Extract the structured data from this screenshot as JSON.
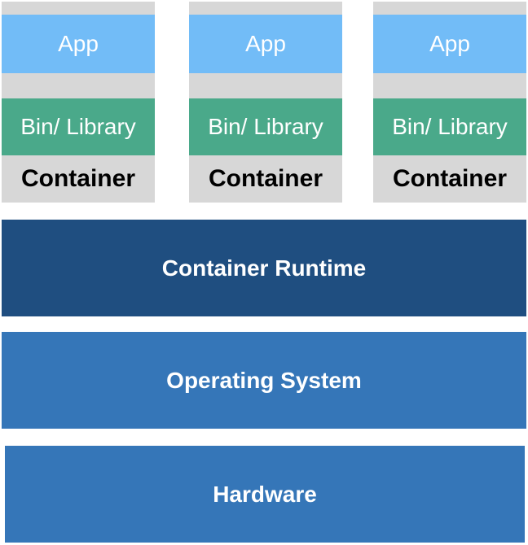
{
  "containers": [
    {
      "app": "App",
      "library": "Bin/ Library",
      "label": "Container"
    },
    {
      "app": "App",
      "library": "Bin/ Library",
      "label": "Container"
    },
    {
      "app": "App",
      "library": "Bin/ Library",
      "label": "Container"
    }
  ],
  "layers": {
    "runtime": "Container Runtime",
    "os": "Operating System",
    "hardware": "Hardware"
  },
  "colors": {
    "container_bg": "#d7d7d7",
    "app": "#72bcf7",
    "library": "#4aa98a",
    "runtime": "#1f4e80",
    "os": "#3576b8",
    "hardware": "#3576b8"
  }
}
